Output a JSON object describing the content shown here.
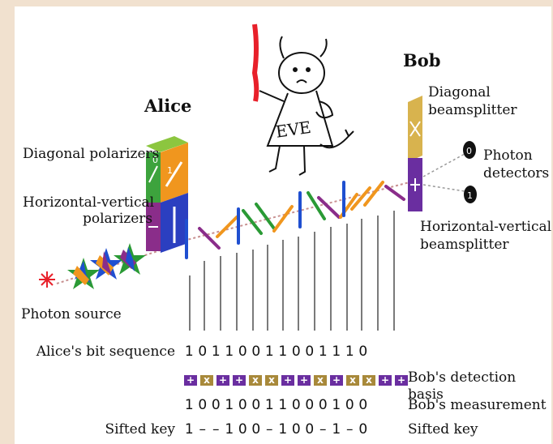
{
  "labels": {
    "alice": "Alice",
    "bob": "Bob",
    "diagonal_polarizers": "Diagonal polarizers",
    "hv_polarizers_line1": "Horizontal-vertical",
    "hv_polarizers_line2": "polarizers",
    "photon_source": "Photon source",
    "diagonal_bs_line1": "Diagonal",
    "diagonal_bs_line2": "beamsplitter",
    "photon_detectors_line1": "Photon",
    "photon_detectors_line2": "detectors",
    "hv_bs_line1": "Horizontal-vertical",
    "hv_bs_line2": "beamsplitter",
    "eve": "EVE",
    "detector_0": "0",
    "detector_1": "1",
    "polarizer_0": "0",
    "polarizer_1": "1"
  },
  "rows": {
    "alice_bits_label": "Alice's bit sequence",
    "alice_bits": [
      "1",
      "0",
      "1",
      "1",
      "0",
      "0",
      "1",
      "1",
      "0",
      "0",
      "1",
      "1",
      "1",
      "0"
    ],
    "bob_basis_label": "Bob's detection basis",
    "bob_basis": [
      "+",
      "x",
      "+",
      "+",
      "x",
      "x",
      "+",
      "+",
      "x",
      "+",
      "x",
      "x",
      "+",
      "+"
    ],
    "bob_measurement_label": "Bob's measurement",
    "bob_measurement": [
      "1",
      "0",
      "0",
      "1",
      "0",
      "0",
      "1",
      "1",
      "0",
      "0",
      "0",
      "1",
      "0",
      "0"
    ],
    "sifted_key_label_left": "Sifted key",
    "sifted_key_label_right": "Sifted key",
    "sifted_key": [
      "1",
      "–",
      "–",
      "1",
      "0",
      "0",
      "–",
      "1",
      "0",
      "0",
      "–",
      "1",
      "–",
      "0"
    ]
  },
  "colors": {
    "hv_basis": "#6a2ea0",
    "diagonal_basis": "#a8893a",
    "arrow_blue": "#1f4fd0",
    "arrow_green": "#2a9a35",
    "arrow_orange": "#f0961e",
    "arrow_purple": "#8a2d8a",
    "eve_wand": "#e8202a"
  }
}
